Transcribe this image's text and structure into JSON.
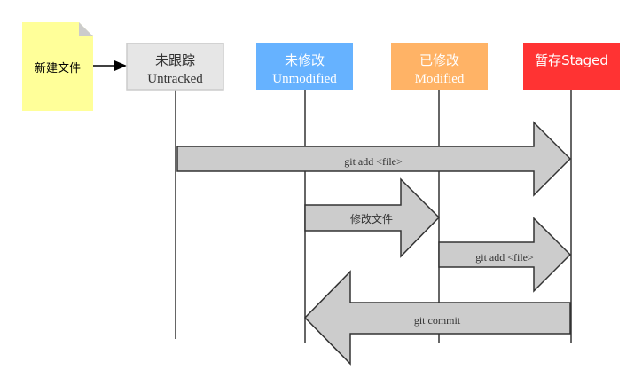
{
  "new_file": {
    "label": "新建文件"
  },
  "states": [
    {
      "id": "untracked",
      "title": "未跟踪",
      "subtitle": "Untracked",
      "fill": "#e6e6e6",
      "stroke": "#cccccc",
      "text_color": "#333333"
    },
    {
      "id": "unmodified",
      "title": "未修改",
      "subtitle": "Unmodified",
      "fill": "#66b2ff",
      "stroke": "#4da6ff",
      "text_color": "#ffffff"
    },
    {
      "id": "modified",
      "title": "已修改",
      "subtitle": "Modified",
      "fill": "#ffb366",
      "stroke": "#ff9f44",
      "text_color": "#ffffff"
    },
    {
      "id": "staged",
      "title": "暂存Staged",
      "subtitle": "",
      "fill": "#ff3333",
      "stroke": "#ff1a1a",
      "text_color": "#ffffff"
    }
  ],
  "transitions": [
    {
      "id": "git-add-untracked",
      "label": "git add <file>",
      "from": "untracked",
      "to": "staged",
      "direction": "right"
    },
    {
      "id": "edit-file",
      "label": "修改文件",
      "from": "unmodified",
      "to": "modified",
      "direction": "right"
    },
    {
      "id": "git-add-modified",
      "label": "git add <file>",
      "from": "modified",
      "to": "staged",
      "direction": "right"
    },
    {
      "id": "git-commit",
      "label": "git commit",
      "from": "staged",
      "to": "unmodified",
      "direction": "left"
    }
  ],
  "colors": {
    "note_fill": "#ffff99",
    "note_fold": "#cccccc",
    "arrow_fill": "#cccccc",
    "arrow_stroke": "#333333",
    "lifeline": "#333333"
  }
}
